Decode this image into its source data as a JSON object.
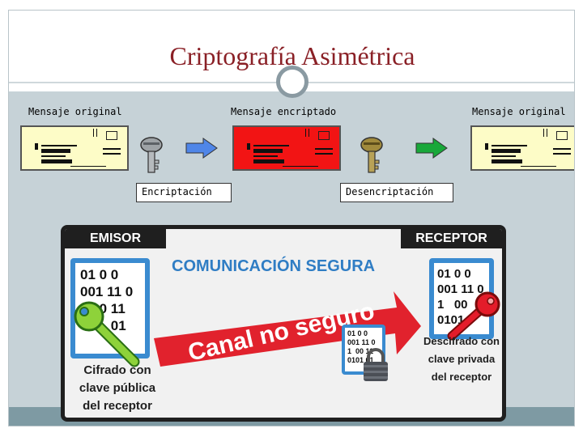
{
  "slide": {
    "title": "Criptografía Asimétrica",
    "colors": {
      "title": "#8a2026",
      "content_bg": "#c6d2d7",
      "footer": "#7e9aa3"
    }
  },
  "diagram": {
    "stage_labels": [
      "Mensaje original",
      "Mensaje encriptado",
      "Mensaje original"
    ],
    "operation_labels": [
      "Encriptación",
      "Desencriptación"
    ],
    "icons": [
      "grey-key-icon",
      "blue-arrow-icon",
      "gold-key-icon",
      "green-arrow-icon"
    ]
  },
  "panel": {
    "sender_tab": "EMISOR",
    "receiver_tab": "RECEPTOR",
    "headline": "COMUNICACIÓN SEGURA",
    "channel_label": "Canal no seguro",
    "sender_bits": "01 0 0\n001 11 0\n   00 11\n01    01",
    "receiver_bits": "01 0 0\n001 11 0\n1   00\n0101",
    "transit_bits": "01 0 0\n001 11 0\n1  00 11\n0101 01",
    "sender_caption": [
      "Cifrado con",
      "clave pública",
      "del receptor"
    ],
    "receiver_caption": [
      "Descifrado con",
      "clave privada",
      "del receptor"
    ],
    "icons": [
      "green-public-key-icon",
      "red-private-key-icon",
      "padlock-icon"
    ]
  }
}
